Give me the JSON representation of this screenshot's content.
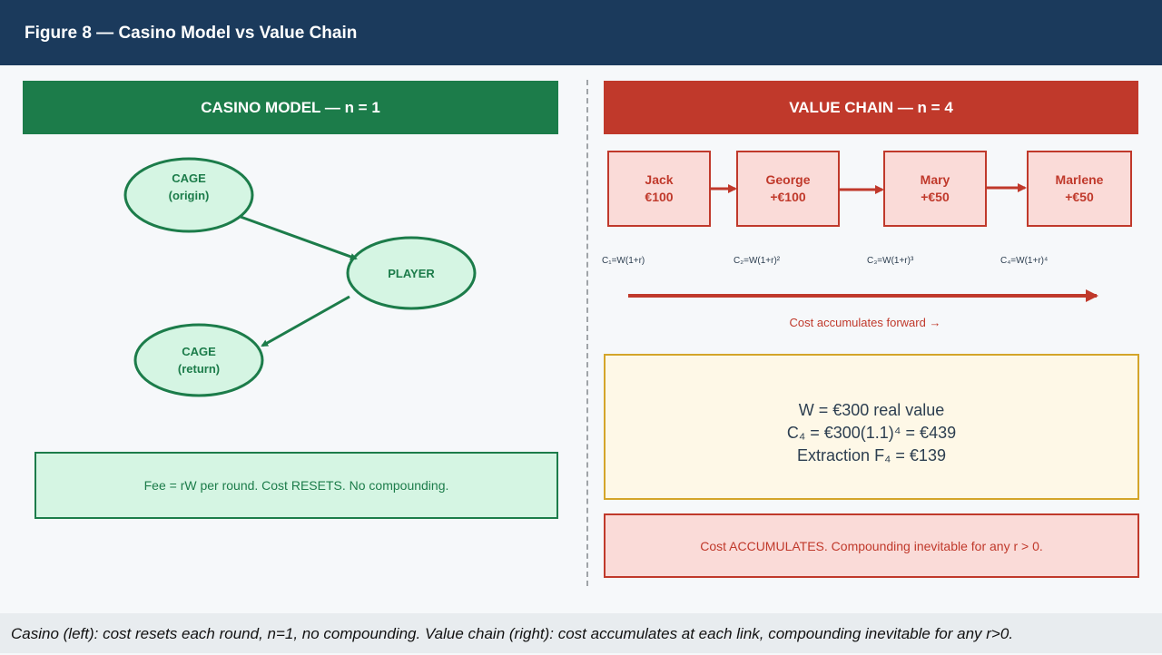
{
  "title": "Figure 8 — Casino Model vs Value Chain",
  "casino": {
    "heading": "CASINO MODEL — n = 1",
    "nodes": [
      {
        "line1": "CAGE",
        "line2": "(origin)"
      },
      {
        "line1": "PLAYER",
        "line2": ""
      },
      {
        "line1": "CAGE",
        "line2": "(return)"
      }
    ],
    "note": "Fee = rW per round. Cost RESETS. No compounding.",
    "colors": {
      "stroke": "#1c7c4a",
      "fill": "#d5f5e3"
    }
  },
  "chain": {
    "heading": "VALUE CHAIN — n = 4",
    "nodes": [
      {
        "name": "Jack",
        "value": "€100"
      },
      {
        "name": "George",
        "value": "+€100"
      },
      {
        "name": "Mary",
        "value": "+€50"
      },
      {
        "name": "Marlene",
        "value": "+€50"
      }
    ],
    "formulas": [
      "C₁=W(1+r)",
      "C₂=W(1+r)²",
      "C₃=W(1+r)³",
      "C₄=W(1+r)⁴"
    ],
    "caption": "Cost accumulates forward →",
    "summary": [
      "W = €300 real value",
      "C₄ = €300(1.1)⁴ = €439",
      "Extraction F₄ = €139"
    ],
    "note": "Cost ACCUMULATES. Compounding inevitable for any r > 0.",
    "colors": {
      "stroke": "#c0392b",
      "fill": "#fadbd8"
    }
  },
  "footer": "Casino (left): cost resets each round, n=1, no compounding. Value chain (right): cost accumulates at each link, compounding inevitable for any r>0."
}
